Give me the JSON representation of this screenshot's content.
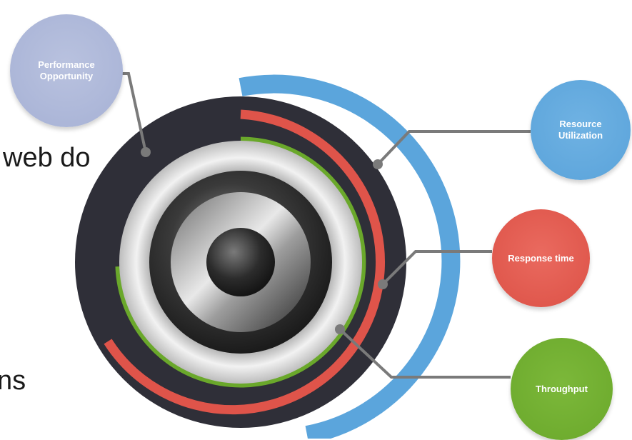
{
  "background_text": {
    "line1": "web do",
    "line2": "ns"
  },
  "metrics": {
    "performance": {
      "label": "Performance Opportunity",
      "color": "#a9b3d6"
    },
    "resource": {
      "label": "Resource Utilization",
      "color": "#5ba5dc"
    },
    "response": {
      "label": "Response time",
      "color": "#df544a"
    },
    "throughput": {
      "label": "Throughput",
      "color": "#6aa82b"
    }
  },
  "colors": {
    "dial": "#2f2f38",
    "connector": "#7a7a7a",
    "speaker_ring": "#d8d8d8"
  }
}
